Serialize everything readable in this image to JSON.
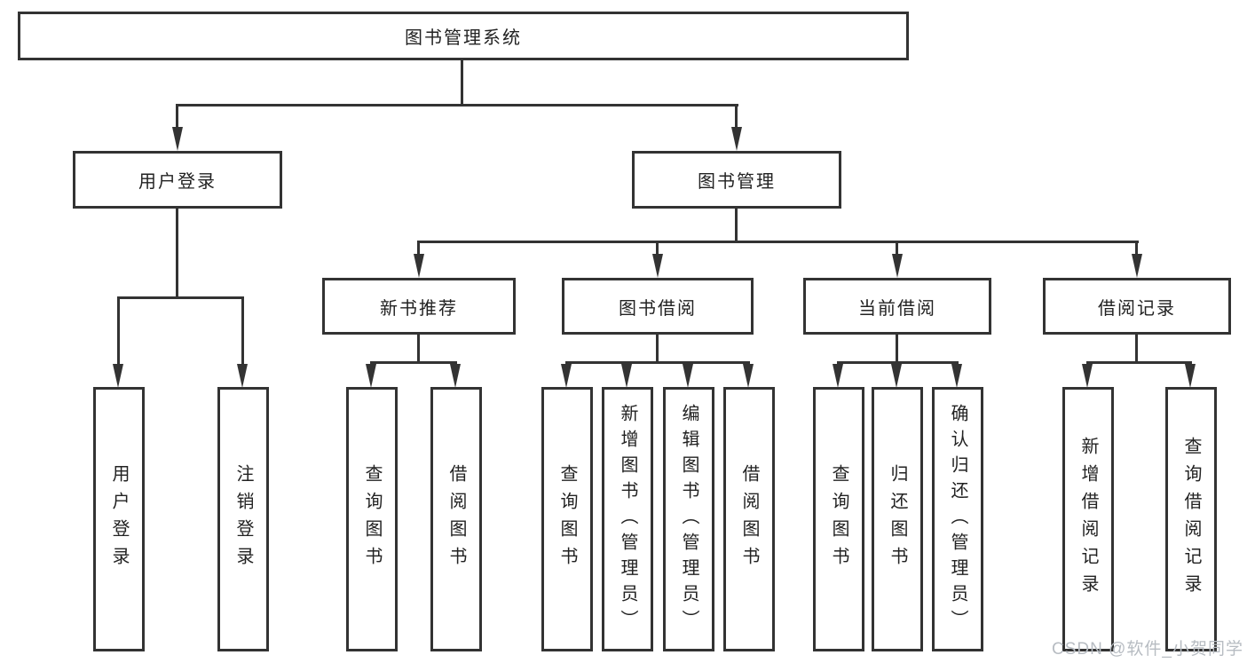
{
  "diagram": {
    "root": "图书管理系统",
    "level2": [
      "用户登录",
      "图书管理"
    ],
    "level3": [
      "新书推荐",
      "图书借阅",
      "当前借阅",
      "借阅记录"
    ],
    "leaves": {
      "user_login": [
        "用户登录",
        "注销登录"
      ],
      "new_book": [
        "查询图书",
        "借阅图书"
      ],
      "book_borrow": [
        "查询图书",
        "新增图书（管理员）",
        "编辑图书（管理员）",
        "借阅图书"
      ],
      "current_borrow": [
        "查询图书",
        "归还图书",
        "确认归还（管理员）"
      ],
      "borrow_record": [
        "新增借阅记录",
        "查询借阅记录"
      ]
    }
  },
  "watermark": {
    "text": "CSDN @软件_小贺同学"
  },
  "colors": {
    "line": "#333333",
    "text": "#222222",
    "background": "#ffffff",
    "watermark": "#b7bcc2"
  }
}
